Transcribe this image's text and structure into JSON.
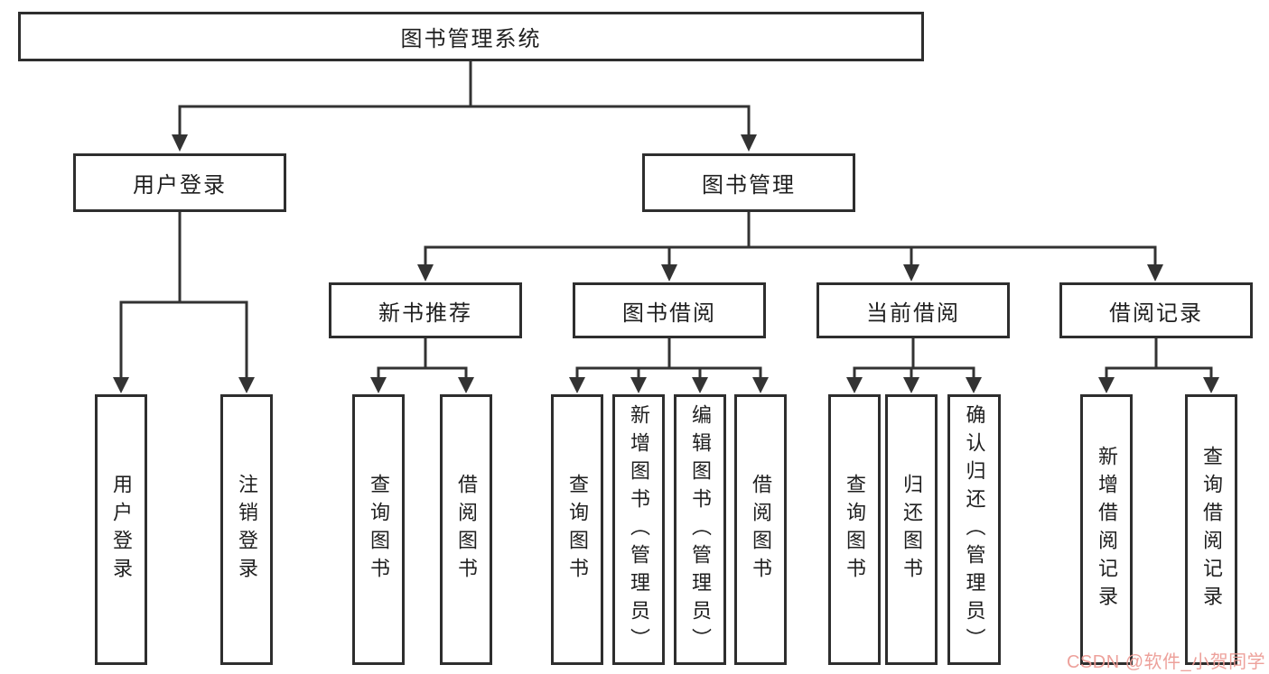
{
  "colors": {
    "box_border": "#2e2e2e",
    "connector": "#333333",
    "text": "#1f1f1f",
    "watermark_pink": "#ec9c96",
    "background": "#ffffff"
  },
  "diagram": {
    "root": {
      "label": "图书管理系统"
    },
    "level2": [
      {
        "label": "用户登录",
        "children": [
          {
            "label": "用户登录"
          },
          {
            "label": "注销登录"
          }
        ]
      },
      {
        "label": "图书管理"
      }
    ],
    "level3": [
      {
        "label": "新书推荐",
        "children": [
          {
            "label": "查询图书"
          },
          {
            "label": "借阅图书"
          }
        ]
      },
      {
        "label": "图书借阅",
        "children": [
          {
            "label": "查询图书"
          },
          {
            "label": "新增图书（管理员）"
          },
          {
            "label": "编辑图书（管理员）"
          },
          {
            "label": "借阅图书"
          }
        ]
      },
      {
        "label": "当前借阅",
        "children": [
          {
            "label": "查询图书"
          },
          {
            "label": "归还图书"
          },
          {
            "label": "确认归还（管理员）"
          }
        ]
      },
      {
        "label": "借阅记录",
        "children": [
          {
            "label": "新增借阅记录"
          },
          {
            "label": "查询借阅记录"
          }
        ]
      }
    ]
  },
  "watermark": {
    "text": "CSDN @软件_小贺同学"
  }
}
